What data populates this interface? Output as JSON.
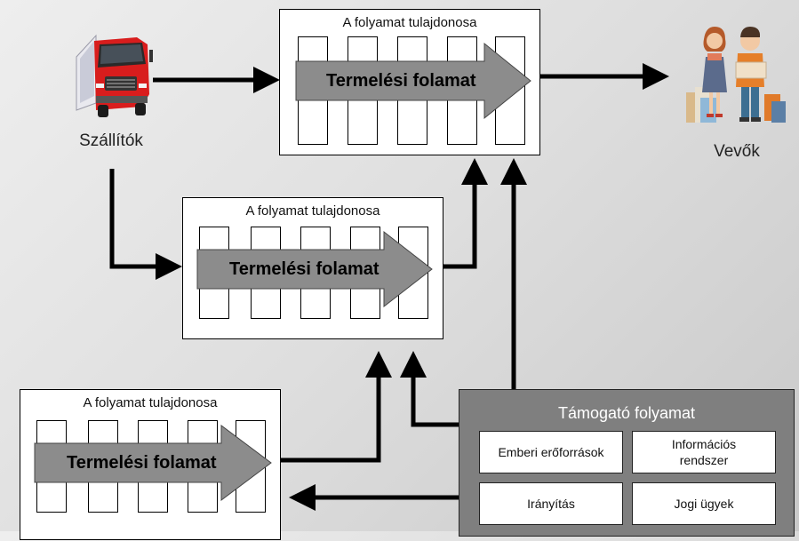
{
  "suppliers": {
    "label": "Szállítók",
    "icon": "truck-icon"
  },
  "customers": {
    "label": "Vevők",
    "icon": "shoppers-icon"
  },
  "processes": [
    {
      "owner": "A folyamat tulajdonosa",
      "name": "Termelési folamat"
    },
    {
      "owner": "A folyamat tulajdonosa",
      "name": "Termelési folamat"
    },
    {
      "owner": "A folyamat tulajdonosa",
      "name": "Termelési folamat"
    }
  ],
  "support": {
    "title": "Támogató folyamat",
    "items": [
      {
        "label": "Emberi erőforrások"
      },
      {
        "label": "Információs rendszer"
      },
      {
        "label": "Irányítás"
      },
      {
        "label": "Jogi ügyek"
      }
    ]
  },
  "colors": {
    "truck_cab": "#d81d1d",
    "process_arrow": "#8c8c8c",
    "support_bg": "#7f7f7f"
  }
}
